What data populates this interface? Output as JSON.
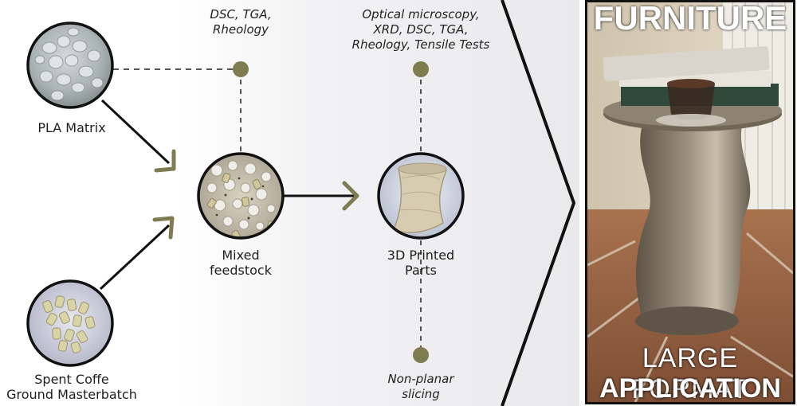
{
  "nodes": {
    "pla": {
      "label": "PLA Matrix"
    },
    "coffee": {
      "label": [
        "Spent Coffe",
        "Ground Masterbatch"
      ]
    },
    "mixed": {
      "label": [
        "Mixed",
        "feedstock"
      ]
    },
    "printed": {
      "label": [
        "3D Printed",
        "Parts"
      ]
    }
  },
  "annotations": {
    "mixed_tests": [
      "DSC, TGA,",
      "Rheology"
    ],
    "parts_tests": [
      "Optical microscopy,",
      "XRD, DSC, TGA,",
      "Rheology, Tensile Tests"
    ],
    "slicing": [
      "Non-planar",
      "slicing"
    ]
  },
  "photo": {
    "title_top": "FURNITURE",
    "title_bottom_line1": "LARGE FORMAT",
    "title_bottom_line2": "APPLICATION"
  },
  "colors": {
    "accent_olive": "#807c52",
    "line_dark": "#111111",
    "dash_gray": "#555555"
  }
}
